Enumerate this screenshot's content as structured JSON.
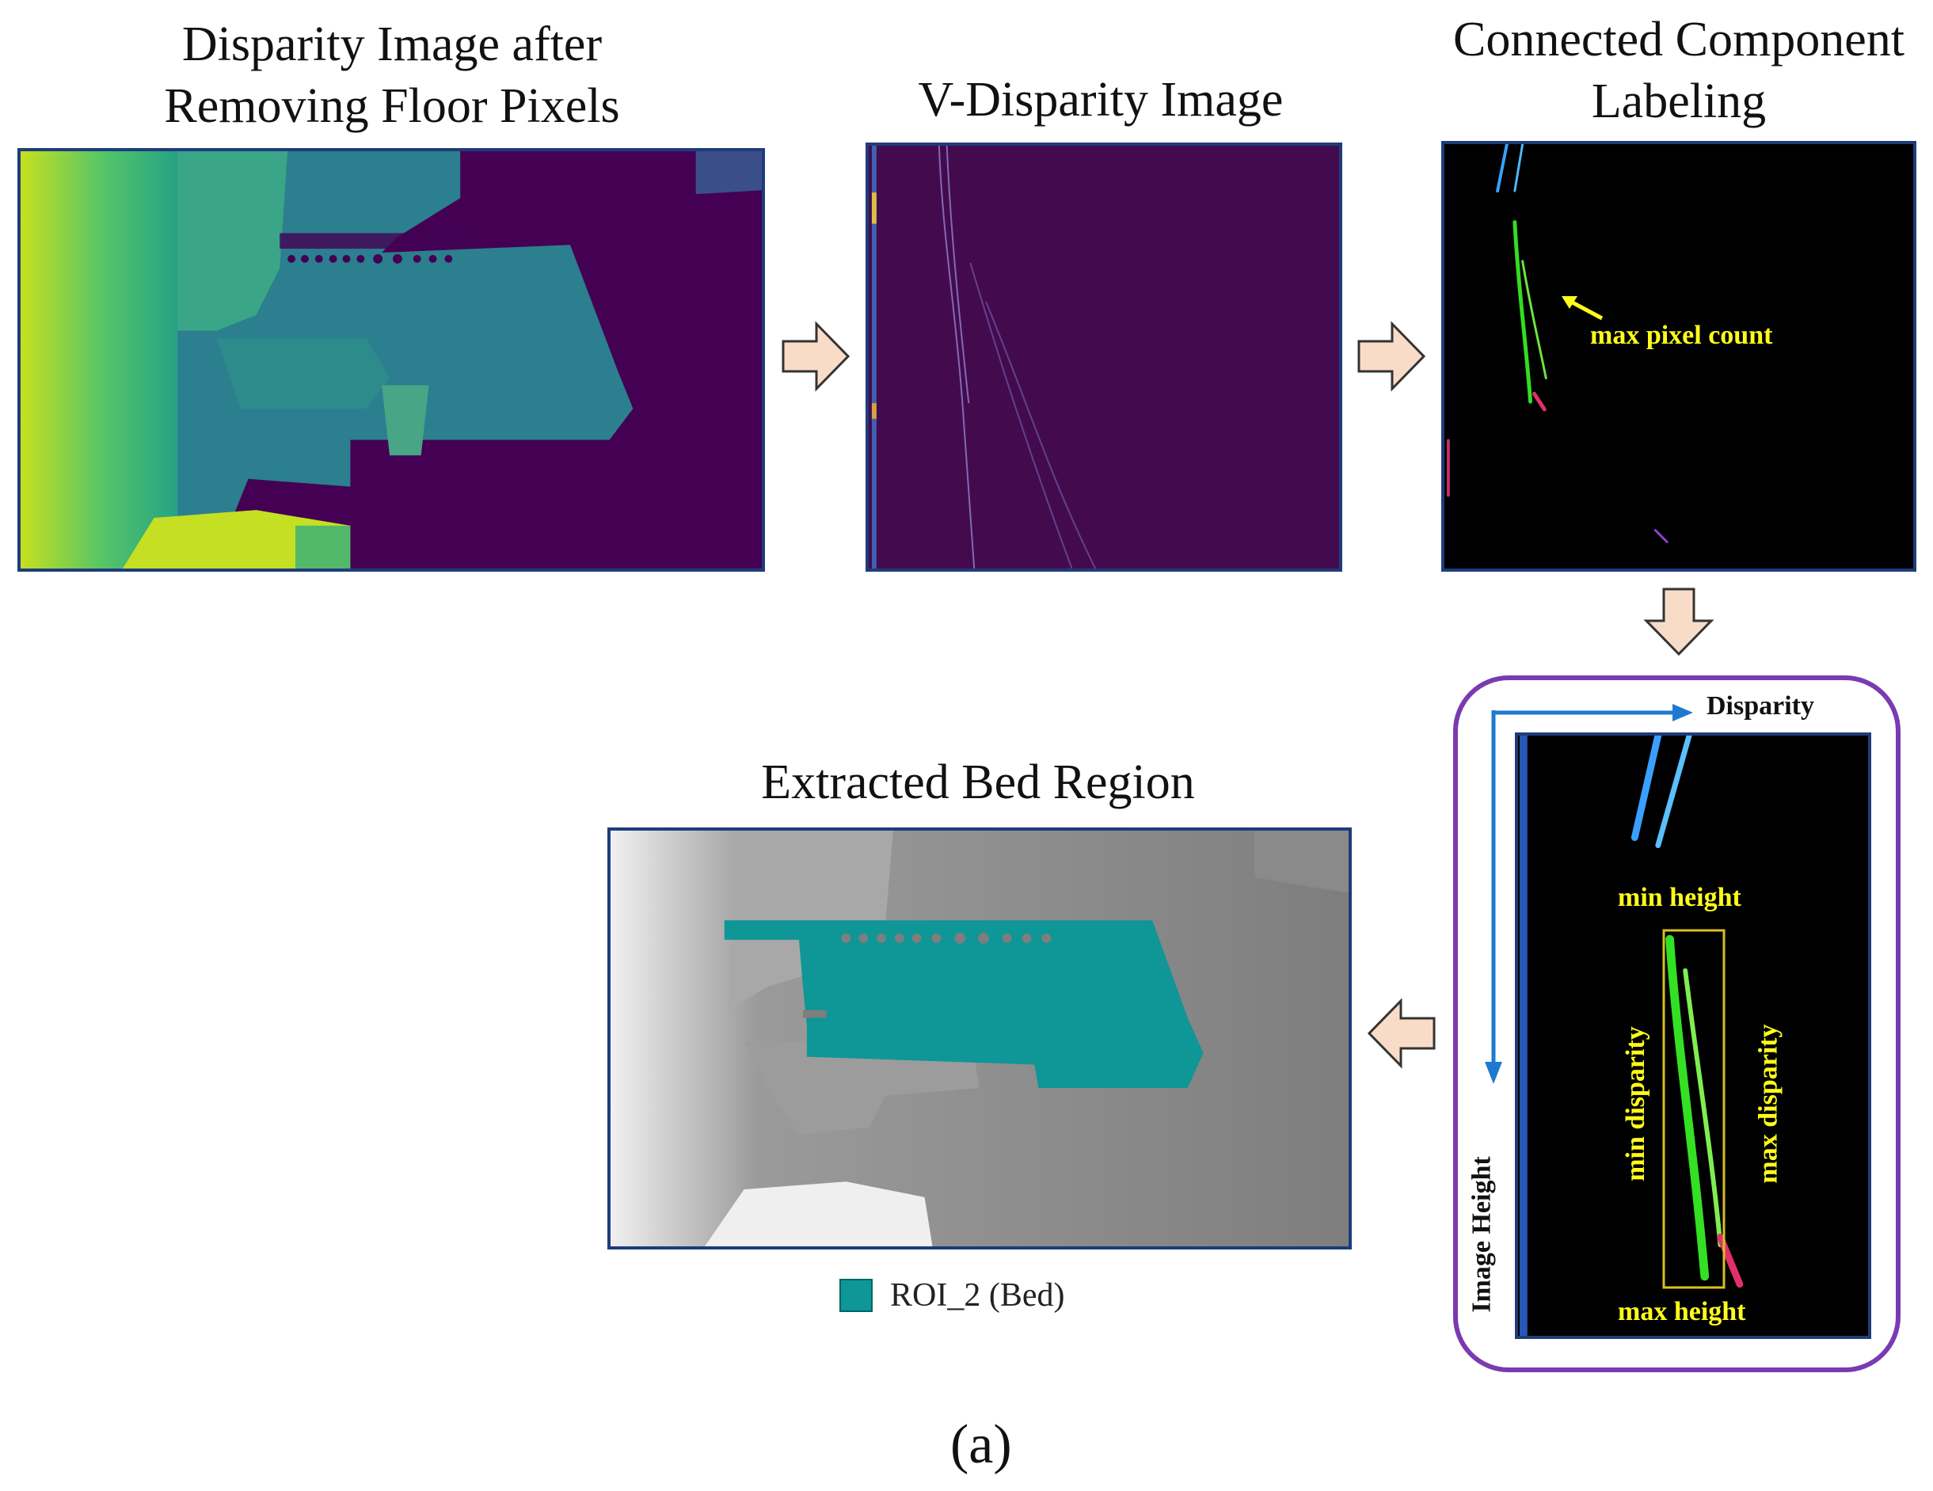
{
  "titles": {
    "disparity_line1": "Disparity Image after",
    "disparity_line2": "Removing Floor Pixels",
    "vdisparity": "V-Disparity Image",
    "ccl_line1": "Connected Component",
    "ccl_line2": "Labeling",
    "bed": "Extracted Bed Region"
  },
  "annotations": {
    "max_pixel_count": "max pixel count",
    "disparity_axis": "Disparity",
    "image_height_axis": "Image Height",
    "min_height": "min height",
    "max_height": "max height",
    "min_disparity": "min disparity",
    "max_disparity": "max disparity"
  },
  "legend": {
    "label": "ROI_2 (Bed)",
    "color": "#0f9696"
  },
  "caption": "(a)",
  "colors": {
    "panel_border": "#1f3c7a",
    "detail_border": "#7a3ab0",
    "arrow_fill": "#f9dcc8",
    "annotation_text": "#ffff1a",
    "axis_arrow": "#1e7ad0"
  }
}
